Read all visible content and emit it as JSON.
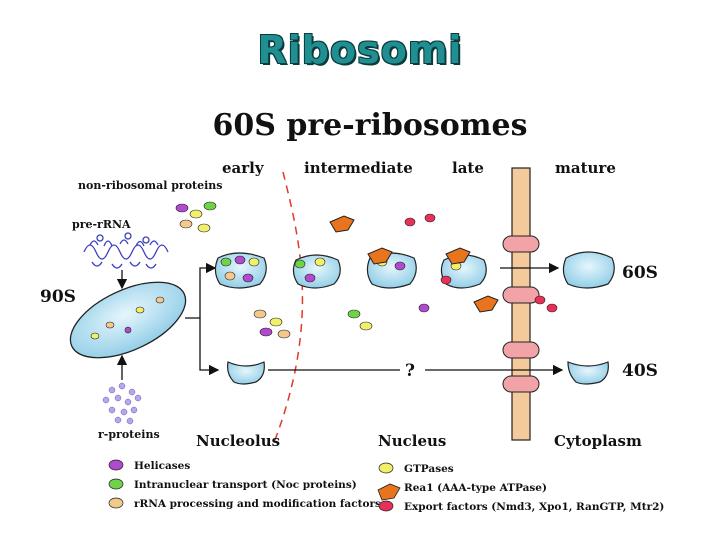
{
  "slide_title": "Ribosomi",
  "figure_title": "60S pre-ribosomes",
  "stages": [
    "early",
    "intermediate",
    "late",
    "mature"
  ],
  "labels": {
    "non_ribosomal": "non-ribosomal proteins",
    "pre_rrna": "pre-rRNA",
    "particle_90s": "90S",
    "r_proteins": "r-proteins",
    "particle_60s": "60S",
    "particle_40s": "40S",
    "unknown": "?"
  },
  "compartments": {
    "nucleolus": "Nucleolus",
    "nucleus": "Nucleus",
    "cytoplasm": "Cytoplasm"
  },
  "legend": {
    "left": [
      {
        "label": "Helicases",
        "color": "#b24ad0"
      },
      {
        "label": "Intranuclear transport (Noc proteins)",
        "color": "#6fd34a"
      },
      {
        "label": "rRNA processing and modification factors",
        "color": "#f3c98c"
      }
    ],
    "right": [
      {
        "label": "GTPases",
        "color": "#f2ef6a"
      },
      {
        "label": "Rea1 (AAA-type ATPase)",
        "color": "#e8741e"
      },
      {
        "label": "Export factors (Nmd3, Xpo1, RanGTP, Mtr2)",
        "color": "#e8305a"
      }
    ]
  },
  "colors": {
    "title": "#1f8f92",
    "particle": "#a9dcef",
    "pore": "#f4c99b",
    "pore_ring": "#f2a3a8",
    "boundary": "#e0392b"
  }
}
